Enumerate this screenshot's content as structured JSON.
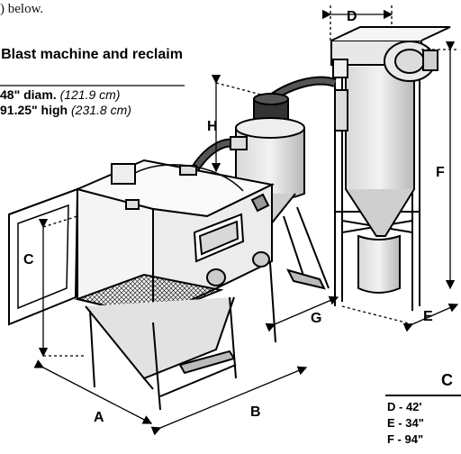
{
  "intro_text": ") below.",
  "title": "Blast machine and reclaim",
  "specs": {
    "diameter_bold": "48\" diam.",
    "diameter_italic": "(121.9 cm)",
    "height_bold": "91.25\" high",
    "height_italic": "(231.8 cm)"
  },
  "dimension_labels": {
    "A": "A",
    "B": "B",
    "C": "C",
    "D": "D",
    "E": "E",
    "F": "F",
    "G": "G",
    "H": "H"
  },
  "right_table": {
    "heading": "C",
    "rows": [
      "D - 42'",
      "E - 34\"",
      "F - 94\""
    ]
  }
}
